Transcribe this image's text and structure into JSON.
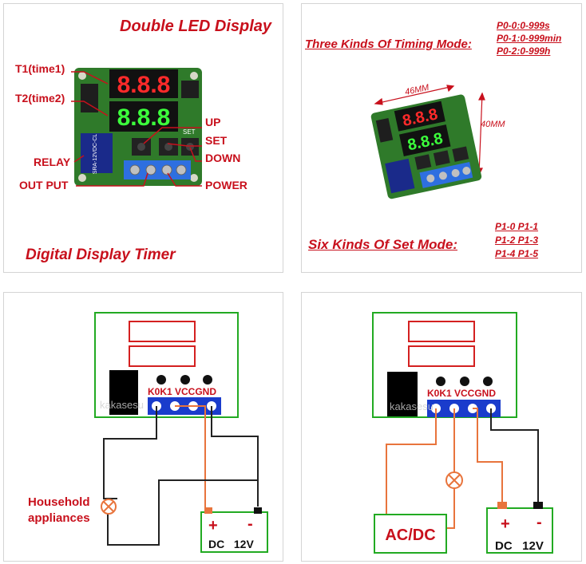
{
  "panel1": {
    "title": "Double LED Display",
    "footer": "Digital Display Timer",
    "labels": {
      "t1": "T1(time1)",
      "t2": "T2(time2)",
      "up": "UP",
      "set": "SET",
      "down": "DOWN",
      "relay": "RELAY",
      "output": "OUT PUT",
      "power": "POWER"
    },
    "display_top": "8.8.8",
    "display_bottom": "8.8.8",
    "board_text": "SRA-12VDC-CL",
    "board_set": "SET"
  },
  "panel2": {
    "timing_title": "Three Kinds Of Timing Mode:",
    "timing_modes": [
      "P0-0:0-999s",
      "P0-1:0-999min",
      "P0-2:0-999h"
    ],
    "set_title": "Six Kinds Of Set Mode:",
    "set_modes": [
      "P1-0  P1-1",
      "P1-2  P1-3",
      "P1-4  P1-5"
    ],
    "width_label": "46MM",
    "height_label": "40MM"
  },
  "panel3": {
    "terminals": "K0K1 VCCGND",
    "appliance_label": "Household\nappliances",
    "dc_label": "DC   12V",
    "plus": "+",
    "minus": "-",
    "watermark": "kakasesu"
  },
  "panel4": {
    "terminals": "K0K1 VCCGND",
    "acdc_label": "AC/DC",
    "dc_label": "DC   12V",
    "plus": "+",
    "minus": "-",
    "watermark": "kakasesu"
  },
  "colors": {
    "red_text": "#c8101c",
    "green_outline": "#22aa22",
    "red_outline": "#d42020",
    "orange_wire": "#e8743c",
    "terminal_blue": "#1a3ccc"
  }
}
